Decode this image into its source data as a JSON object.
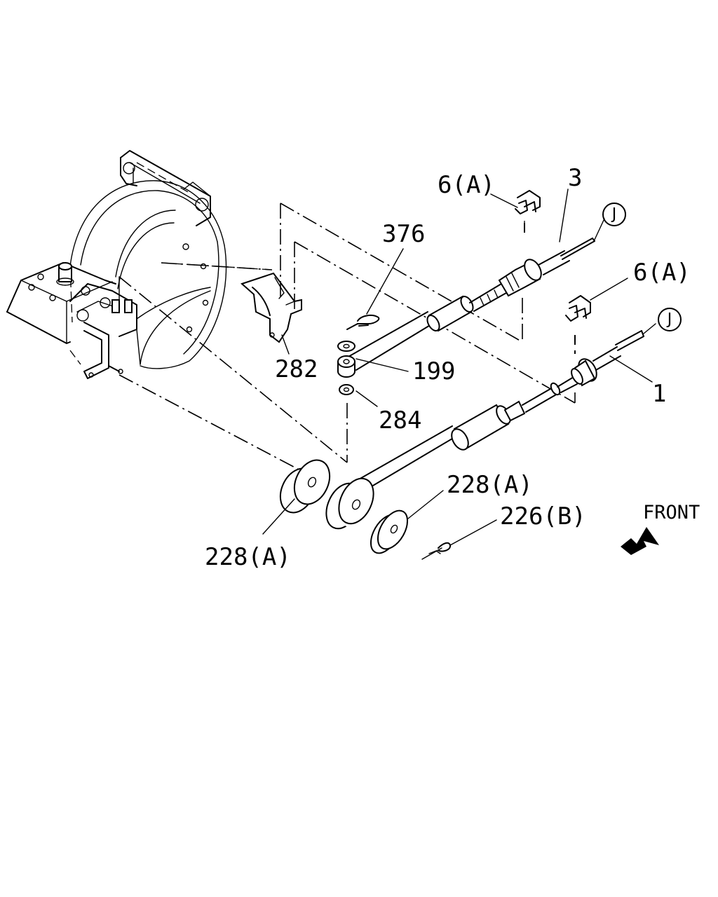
{
  "labels": {
    "part_6a_top": "6(A)",
    "part_3": "3",
    "part_376": "376",
    "part_6a_right": "6(A)",
    "part_282": "282",
    "part_199": "199",
    "part_1": "1",
    "part_284": "284",
    "part_228a_mid": "228(A)",
    "part_226b": "226(B)",
    "part_228a_left": "228(A)",
    "front": "FRONT",
    "connector_j_top": "J",
    "connector_j_right": "J"
  },
  "icons": {
    "front_arrow": "front-arrow-icon",
    "connector": "circle-connector-icon"
  }
}
